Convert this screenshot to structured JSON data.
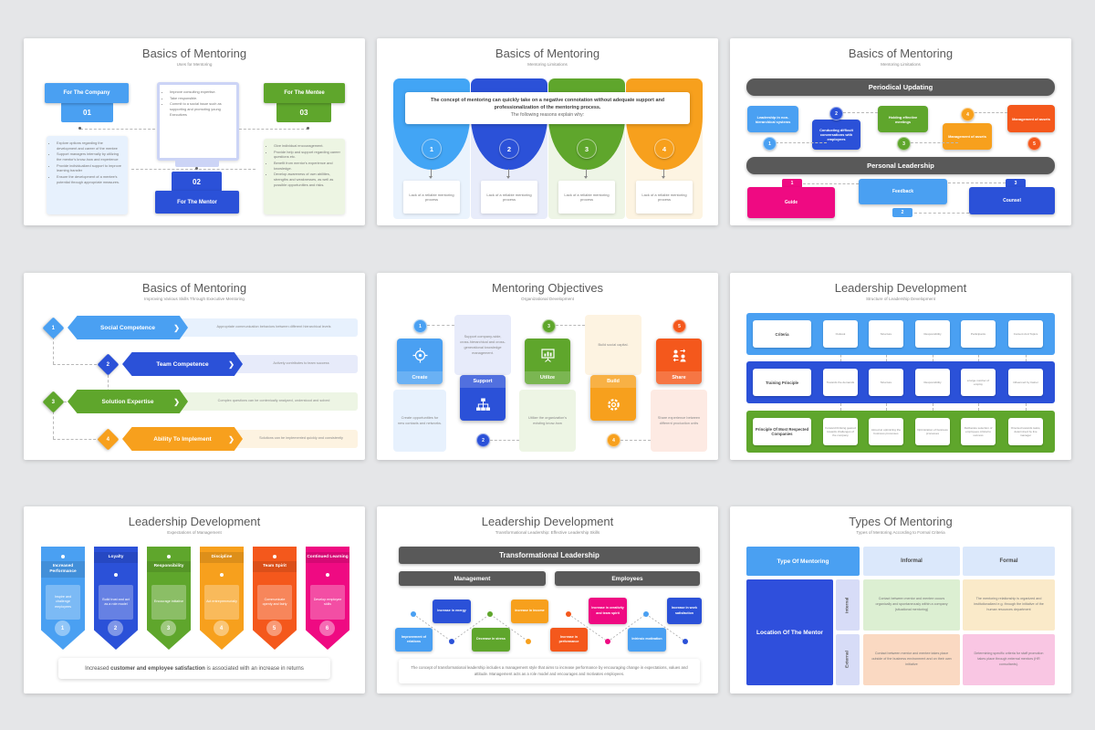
{
  "palette": {
    "light_blue": "#4aa0f2",
    "blue": "#2b51d8",
    "green": "#5fa62c",
    "amber": "#f7a01d",
    "orange": "#f4581c",
    "pink": "#ef0a82",
    "dark_gray": "#595959"
  },
  "slides": {
    "s1": {
      "title": "Basics of Mentoring",
      "subtitle": "Uses for Mentoring",
      "company_label": "For The Company",
      "company_num": "01",
      "company_bullets": [
        "Explore options regarding the development and career of the mentee",
        "Support managers internally by utilizing the mentor's know-how and experience",
        "Provide individualized support to improve learning transfer",
        "Ensure the development of a mentee's potential through appropriate measures."
      ],
      "mentor_label": "For The Mentor",
      "mentor_num": "02",
      "mentor_bullets": [
        "Improve consulting expertise.",
        "Take responsible.",
        "Commit to a social issue such as supporting and promoting young Executives"
      ],
      "mentee_label": "For The Mentee",
      "mentee_num": "03",
      "mentee_bullets": [
        "Give individual encouragement.",
        "Provide help and support regarding career questions etc.",
        "Benefit from mentor's experience and knowledge.",
        "Develop awareness of own abilities, strengths and weaknesses, as well as possible opportunities and risks."
      ]
    },
    "s2": {
      "title": "Basics of Mentoring",
      "subtitle": "Mentoring Limitations",
      "message_bold": "The concept of mentoring can quickly take on a negative connotation without adequate support and professionalization of the mentoring process.",
      "message_rest": "The following reasons explain why:",
      "items": [
        {
          "num": "1",
          "text": "Lack of a reliable mentoring process"
        },
        {
          "num": "2",
          "text": "Lack of a reliable mentoring process"
        },
        {
          "num": "3",
          "text": "Lack of a reliable mentoring process"
        },
        {
          "num": "4",
          "text": "Lack of a reliable mentoring process"
        }
      ]
    },
    "s3": {
      "title": "Basics of Mentoring",
      "subtitle": "Mentoring Limitations",
      "band1": "Periodical Updating",
      "band2": "Personal Leadership",
      "top_items": [
        {
          "num": "1",
          "text": "Leadership in non-hierarchical systems"
        },
        {
          "num": "2",
          "text": "Conducting difficult conversations with employees"
        },
        {
          "num": "3",
          "text": "Holding effective meetings"
        },
        {
          "num": "4",
          "text": "Management of assets"
        },
        {
          "num": "5",
          "text": "Management of assets"
        }
      ],
      "bottom_items": [
        {
          "num": "1",
          "text": "Guide"
        },
        {
          "num": "2",
          "text": "Feedback"
        },
        {
          "num": "3",
          "text": "Counsel"
        }
      ]
    },
    "s4": {
      "title": "Basics of Mentoring",
      "subtitle": "Improving Various Skills Through Executive Mentoring",
      "rows": [
        {
          "num": "1",
          "label": "Social Competence",
          "desc": "Appropriate communication behaviors between different hierarchical levels"
        },
        {
          "num": "2",
          "label": "Team Competence",
          "desc": "Actively contributes to team success"
        },
        {
          "num": "3",
          "label": "Solution Expertise",
          "desc": "Complex questions can be contextually analyzed, understood and solved"
        },
        {
          "num": "4",
          "label": "Ability To Implement",
          "desc": "Solutions can be implemented quickly and consistently"
        }
      ]
    },
    "s5": {
      "title": "Mentoring Objectives",
      "subtitle": "Organizational Development",
      "cols": [
        {
          "num": "1",
          "label": "Create",
          "icon": "target-icon",
          "desc": "Create opportunities for new contacts and networks."
        },
        {
          "num": "2",
          "label": "Support",
          "icon": "org-chart-icon",
          "desc": "Support company-wide, cross-hierarchical and cross-generational knowledge management."
        },
        {
          "num": "3",
          "label": "Utilize",
          "icon": "presentation-chart-icon",
          "desc": "Utilize the organization's existing know-how"
        },
        {
          "num": "4",
          "label": "Build",
          "icon": "gear-icon",
          "desc": "Build social capital."
        },
        {
          "num": "5",
          "label": "Share",
          "icon": "people-share-icon",
          "desc": "Share experience between different production units"
        }
      ]
    },
    "s6": {
      "title": "Leadership Development",
      "subtitle": "Structure of Leadership Development",
      "rows": [
        {
          "label": "Criteria",
          "cells": [
            "Outlook",
            "Structure",
            "Responsibility",
            "Participants",
            "Content And Topics"
          ]
        },
        {
          "label": "Training Principle",
          "cells": [
            "Towards the demands",
            "Structure",
            "Responsibility",
            "a large number of employ",
            "influenced by trainer"
          ]
        },
        {
          "label": "Principle Of Most Respected Companies",
          "cells": [
            "Forward thinking geared towards challenges of the company",
            "Aimed at optimizing the business processes",
            "Optimization of business processes",
            "Deliberate selection of employees critical to success",
            "Oriented towards tasks, determined by line manager"
          ]
        }
      ]
    },
    "s7": {
      "title": "Leadership Development",
      "subtitle": "Expectations of Management",
      "cols": [
        {
          "num": "1",
          "label": "Increased Performance",
          "desc": "Inspire and challenge employees"
        },
        {
          "num": "2",
          "label": "Loyalty",
          "desc": "Build trust and act as a role model"
        },
        {
          "num": "3",
          "label": "Responsibility",
          "desc": "Encourage initiative"
        },
        {
          "num": "4",
          "label": "Discipline",
          "desc": "Act entrepreneurially"
        },
        {
          "num": "5",
          "label": "Team Spirit",
          "desc": "Communicate openly and fairly"
        },
        {
          "num": "6",
          "label": "Continued Learning",
          "desc": "Develop employee skills"
        }
      ],
      "footer_pre": "Increased ",
      "footer_bold": "customer and employee satisfaction",
      "footer_post": " is associated with an increase in returns"
    },
    "s8": {
      "title": "Leadership Development",
      "subtitle": "Transformational Leadership: Effective Leadership Skills",
      "header": "Transformational Leadership",
      "group1": "Management",
      "group2": "Employees",
      "boxes": [
        {
          "text": "Improvement of relations"
        },
        {
          "text": "Increase in energy"
        },
        {
          "text": "Decrease in stress"
        },
        {
          "text": "Increase in income"
        },
        {
          "text": "Increase in performance"
        },
        {
          "text": "Increase in creativity and team spirit"
        },
        {
          "text": "Intrinsic motivation"
        },
        {
          "text": "Increase in work satisfaction"
        }
      ],
      "footer": "The concept of transformational leadership includes a management style that aims to increase performance by encouraging change in expectations, values and attitude. Management acts as a role model and encourages and motivates employees."
    },
    "s9": {
      "title": "Types Of Mentoring",
      "subtitle": "Types of Mentoring According to Formal Criteria",
      "corner": "Type Of Mentoring",
      "col_informal": "Informal",
      "col_formal": "Formal",
      "row_header": "Location Of The Mentor",
      "row_internal": "Internal",
      "row_external": "External",
      "cells": {
        "internal_informal": "Contact between mentor and mentee occurs organically and spontaneously within a company (situational mentoring)",
        "internal_formal": "The mentoring relationship is organized and institutionalized e.g. through the initiative of the human resources department",
        "external_informal": "Contact between mentor and mentee takes place outside of the business environment and on their own initiative",
        "external_formal": "Determining specific criteria for staff promotion takes place through external mentors (HR consultants)."
      }
    }
  }
}
